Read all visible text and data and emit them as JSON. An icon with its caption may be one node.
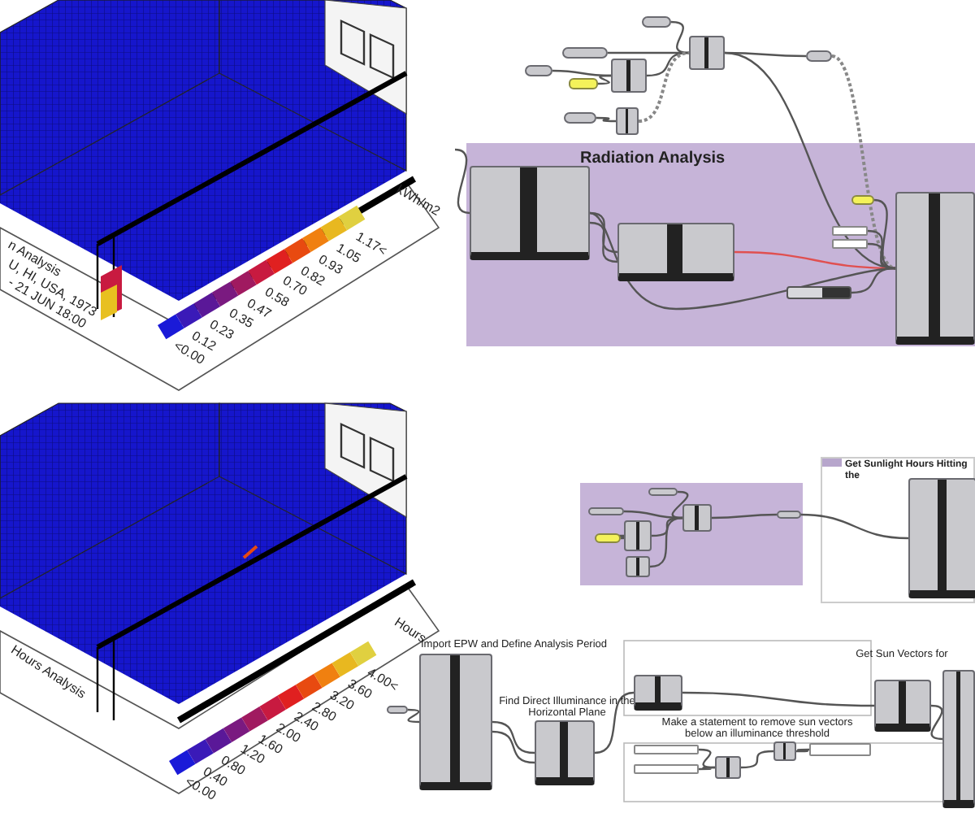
{
  "diagram": {
    "nodes": [
      {
        "text": [
          "Radiation Analysis"
        ]
      },
      {
        "text": [],
        "shape": "pill"
      },
      {
        "text": [],
        "shape": "pill"
      },
      {
        "text": [],
        "shape": "pill"
      },
      {
        "text": [],
        "shape": "box"
      },
      {
        "text": [],
        "shape": "box"
      },
      {
        "text": [],
        "shape": "box"
      },
      {
        "text": [],
        "shape": "pill"
      },
      {
        "text": [],
        "shape": "box"
      },
      {
        "text": [],
        "shape": "pill"
      },
      {
        "text": [],
        "shape": "box",
        "in": 0
      },
      {
        "text": [],
        "shape": "box",
        "in": 0
      },
      {
        "text": [],
        "shape": "box",
        "in": 0
      },
      {
        "text": [],
        "shape": "box",
        "in": 0
      },
      {
        "text": [],
        "shape": "box",
        "in": 0
      },
      {
        "text": [],
        "shape": "box",
        "in": 0
      },
      {
        "text": [],
        "shape": "box",
        "in": 0
      },
      {
        "text": [],
        "shape": "box"
      },
      {
        "text": [],
        "shape": "pill",
        "in": 17
      },
      {
        "text": [],
        "shape": "pill",
        "in": 17
      },
      {
        "text": [],
        "shape": "box",
        "in": 17
      },
      {
        "text": [],
        "shape": "box",
        "in": 17
      },
      {
        "text": [],
        "shape": "box",
        "in": 17
      },
      {
        "text": [],
        "shape": "box",
        "in": 17
      },
      {
        "text": [],
        "shape": "pill",
        "in": 17
      },
      {
        "text": [
          "Get Sunlight Hours Hitting the"
        ]
      },
      {
        "text": [],
        "shape": "box",
        "in": 25
      },
      {
        "text": [
          "Import EPW and Define Analysis Period"
        ]
      },
      {
        "text": [],
        "shape": "pill"
      },
      {
        "text": [
          "Find Direct Illuminance in the Horizontal Plane"
        ]
      },
      {
        "text": [],
        "shape": "box"
      },
      {
        "text": [
          "Get Sun Vectors for"
        ]
      },
      {
        "text": [],
        "shape": "box"
      },
      {
        "text": [],
        "shape": "box"
      },
      {
        "text": [],
        "shape": "box"
      },
      {
        "text": [],
        "shape": "box"
      },
      {
        "text": [],
        "shape": "box"
      },
      {
        "text": [],
        "shape": "box"
      }
    ],
    "edges": [
      {
        "from": 1,
        "to": 6,
        "arrow": "none"
      },
      {
        "from": 2,
        "to": 6,
        "arrow": "none"
      },
      {
        "from": 3,
        "to": 5,
        "arrow": "none"
      },
      {
        "from": 4,
        "to": 5,
        "arrow": "none"
      },
      {
        "from": 5,
        "to": 6,
        "arrow": "none"
      },
      {
        "from": 7,
        "to": 8,
        "arrow": "none"
      },
      {
        "from": 8,
        "to": 6,
        "arrow": "none",
        "style": "dashed"
      },
      {
        "from": 6,
        "to": 9,
        "arrow": "none"
      },
      {
        "from": 9,
        "to": 16,
        "arrow": "none",
        "style": "dashed"
      },
      {
        "from": 6,
        "to": 16,
        "arrow": "none"
      },
      {
        "from": null,
        "to": 10,
        "arrow": "none"
      },
      {
        "from": 10,
        "to": 11,
        "arrow": "none"
      },
      {
        "from": 10,
        "to": 11,
        "arrow": "none"
      },
      {
        "from": 11,
        "to": 16,
        "arrow": "none",
        "color": "#e05050"
      },
      {
        "from": 10,
        "to": 16,
        "arrow": "none"
      },
      {
        "from": 12,
        "to": 16,
        "arrow": "none"
      },
      {
        "from": 13,
        "to": 16,
        "arrow": "none"
      },
      {
        "from": 14,
        "to": 16,
        "arrow": "none"
      },
      {
        "from": 15,
        "to": 16,
        "arrow": "none"
      },
      {
        "from": 18,
        "to": 22,
        "arrow": "none"
      },
      {
        "from": 19,
        "to": 22,
        "arrow": "none"
      },
      {
        "from": 20,
        "to": 21,
        "arrow": "none"
      },
      {
        "from": 21,
        "to": 22,
        "arrow": "none"
      },
      {
        "from": 23,
        "to": 22,
        "arrow": "none"
      },
      {
        "from": 22,
        "to": 24,
        "arrow": "none"
      },
      {
        "from": 24,
        "to": 26,
        "arrow": "none"
      },
      {
        "from": 28,
        "to": 27,
        "arrow": "none"
      },
      {
        "from": 27,
        "to": 29,
        "arrow": "none"
      },
      {
        "from": 27,
        "to": 29,
        "arrow": "none"
      },
      {
        "from": 29,
        "to": 30,
        "arrow": "none"
      },
      {
        "from": 30,
        "to": 31,
        "arrow": "none"
      },
      {
        "from": 31,
        "to": 32,
        "arrow": "none"
      },
      {
        "from": 33,
        "to": 35,
        "arrow": "none"
      },
      {
        "from": 34,
        "to": 35,
        "arrow": "none"
      },
      {
        "from": 35,
        "to": 36,
        "arrow": "none"
      },
      {
        "from": 36,
        "to": 37,
        "arrow": "none"
      }
    ],
    "labels": [
      "n Analysis",
      "U, HI, USA, 1973",
      "- 21 JUN 18:00",
      "kWh/m2",
      "Hours Analysis",
      "Hours",
      "Make a statement to remove sun vectors below an illuminance threshold"
    ],
    "legend": [
      {
        "text": "<0.00",
        "color": "#1a1ad8"
      },
      {
        "text": "0.12",
        "color": "#3a1ab8"
      },
      {
        "text": "0.23",
        "color": "#5a1898"
      },
      {
        "text": "0.35",
        "color": "#7a1a80"
      },
      {
        "text": "0.47",
        "color": "#a01a60"
      },
      {
        "text": "0.58",
        "color": "#c81a40"
      },
      {
        "text": "0.70",
        "color": "#e02020"
      },
      {
        "text": "0.82",
        "color": "#e84a10"
      },
      {
        "text": "0.93",
        "color": "#f08010"
      },
      {
        "text": "1.05",
        "color": "#e8b820"
      },
      {
        "text": "1.17<",
        "color": "#e0d040"
      },
      {
        "text": "<0.00",
        "color": "#1a1ad8"
      },
      {
        "text": "0.40",
        "color": "#3a1ab8"
      },
      {
        "text": "0.80",
        "color": "#5a1898"
      },
      {
        "text": "1.20",
        "color": "#7a1a80"
      },
      {
        "text": "1.60",
        "color": "#a01a60"
      },
      {
        "text": "2.00",
        "color": "#c81a40"
      },
      {
        "text": "2.40",
        "color": "#e02020"
      },
      {
        "text": "2.80",
        "color": "#e84a10"
      },
      {
        "text": "3.20",
        "color": "#f08010"
      },
      {
        "text": "3.60",
        "color": "#e8b820"
      },
      {
        "text": "4.00<",
        "color": "#e0d040"
      }
    ]
  }
}
